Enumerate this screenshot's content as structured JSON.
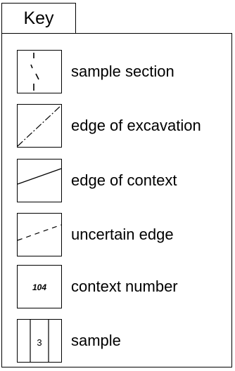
{
  "key": {
    "title": "Key",
    "items": [
      {
        "label": "sample section"
      },
      {
        "label": "edge of excavation"
      },
      {
        "label": "edge of context"
      },
      {
        "label": "uncertain edge"
      },
      {
        "label": "context number",
        "symbol_text": "104"
      },
      {
        "label": "sample",
        "symbol_text": "3"
      }
    ]
  }
}
